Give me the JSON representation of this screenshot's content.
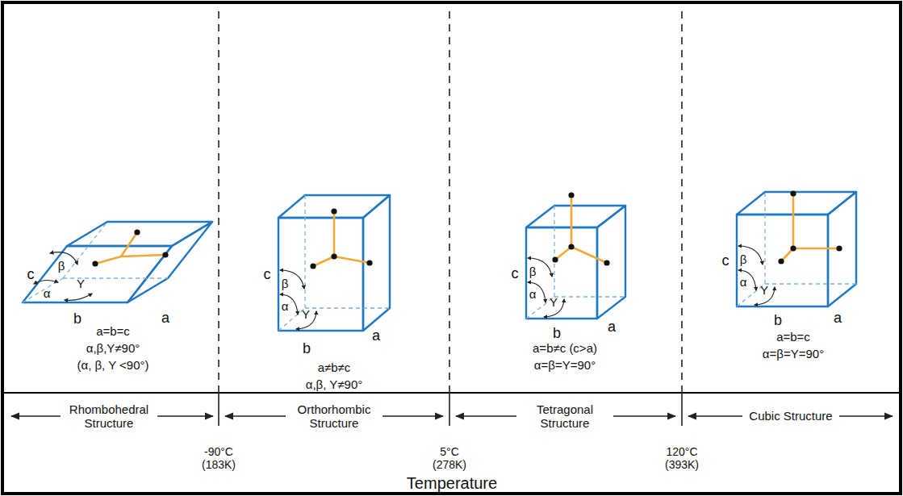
{
  "diagram": {
    "labels": [
      "c",
      "β",
      "α",
      "Υ",
      "b",
      "a",
      "a=b=c",
      "α,β,Υ≠90°",
      "(α, β, Υ <90°)",
      "c",
      "β",
      "α",
      "Υ",
      "b",
      "a",
      "a≠b≠c",
      "α,β, Υ≠90°",
      "c",
      "β",
      "α",
      "Υ",
      "b",
      "a",
      "a=b≠c (c>a)",
      "α=β=Υ=90°",
      "c",
      "β",
      "α",
      "Υ",
      "b",
      "a",
      "a=b=c",
      "α=β=Υ=90°",
      "Rhombohedral Structure",
      "-90°C (183K)",
      "Orthorhombic Structure",
      "5°C (278K)",
      "Tetragonal Structure",
      "120°C (393K)",
      "Cubic Structure",
      "Temperature"
    ]
  }
}
